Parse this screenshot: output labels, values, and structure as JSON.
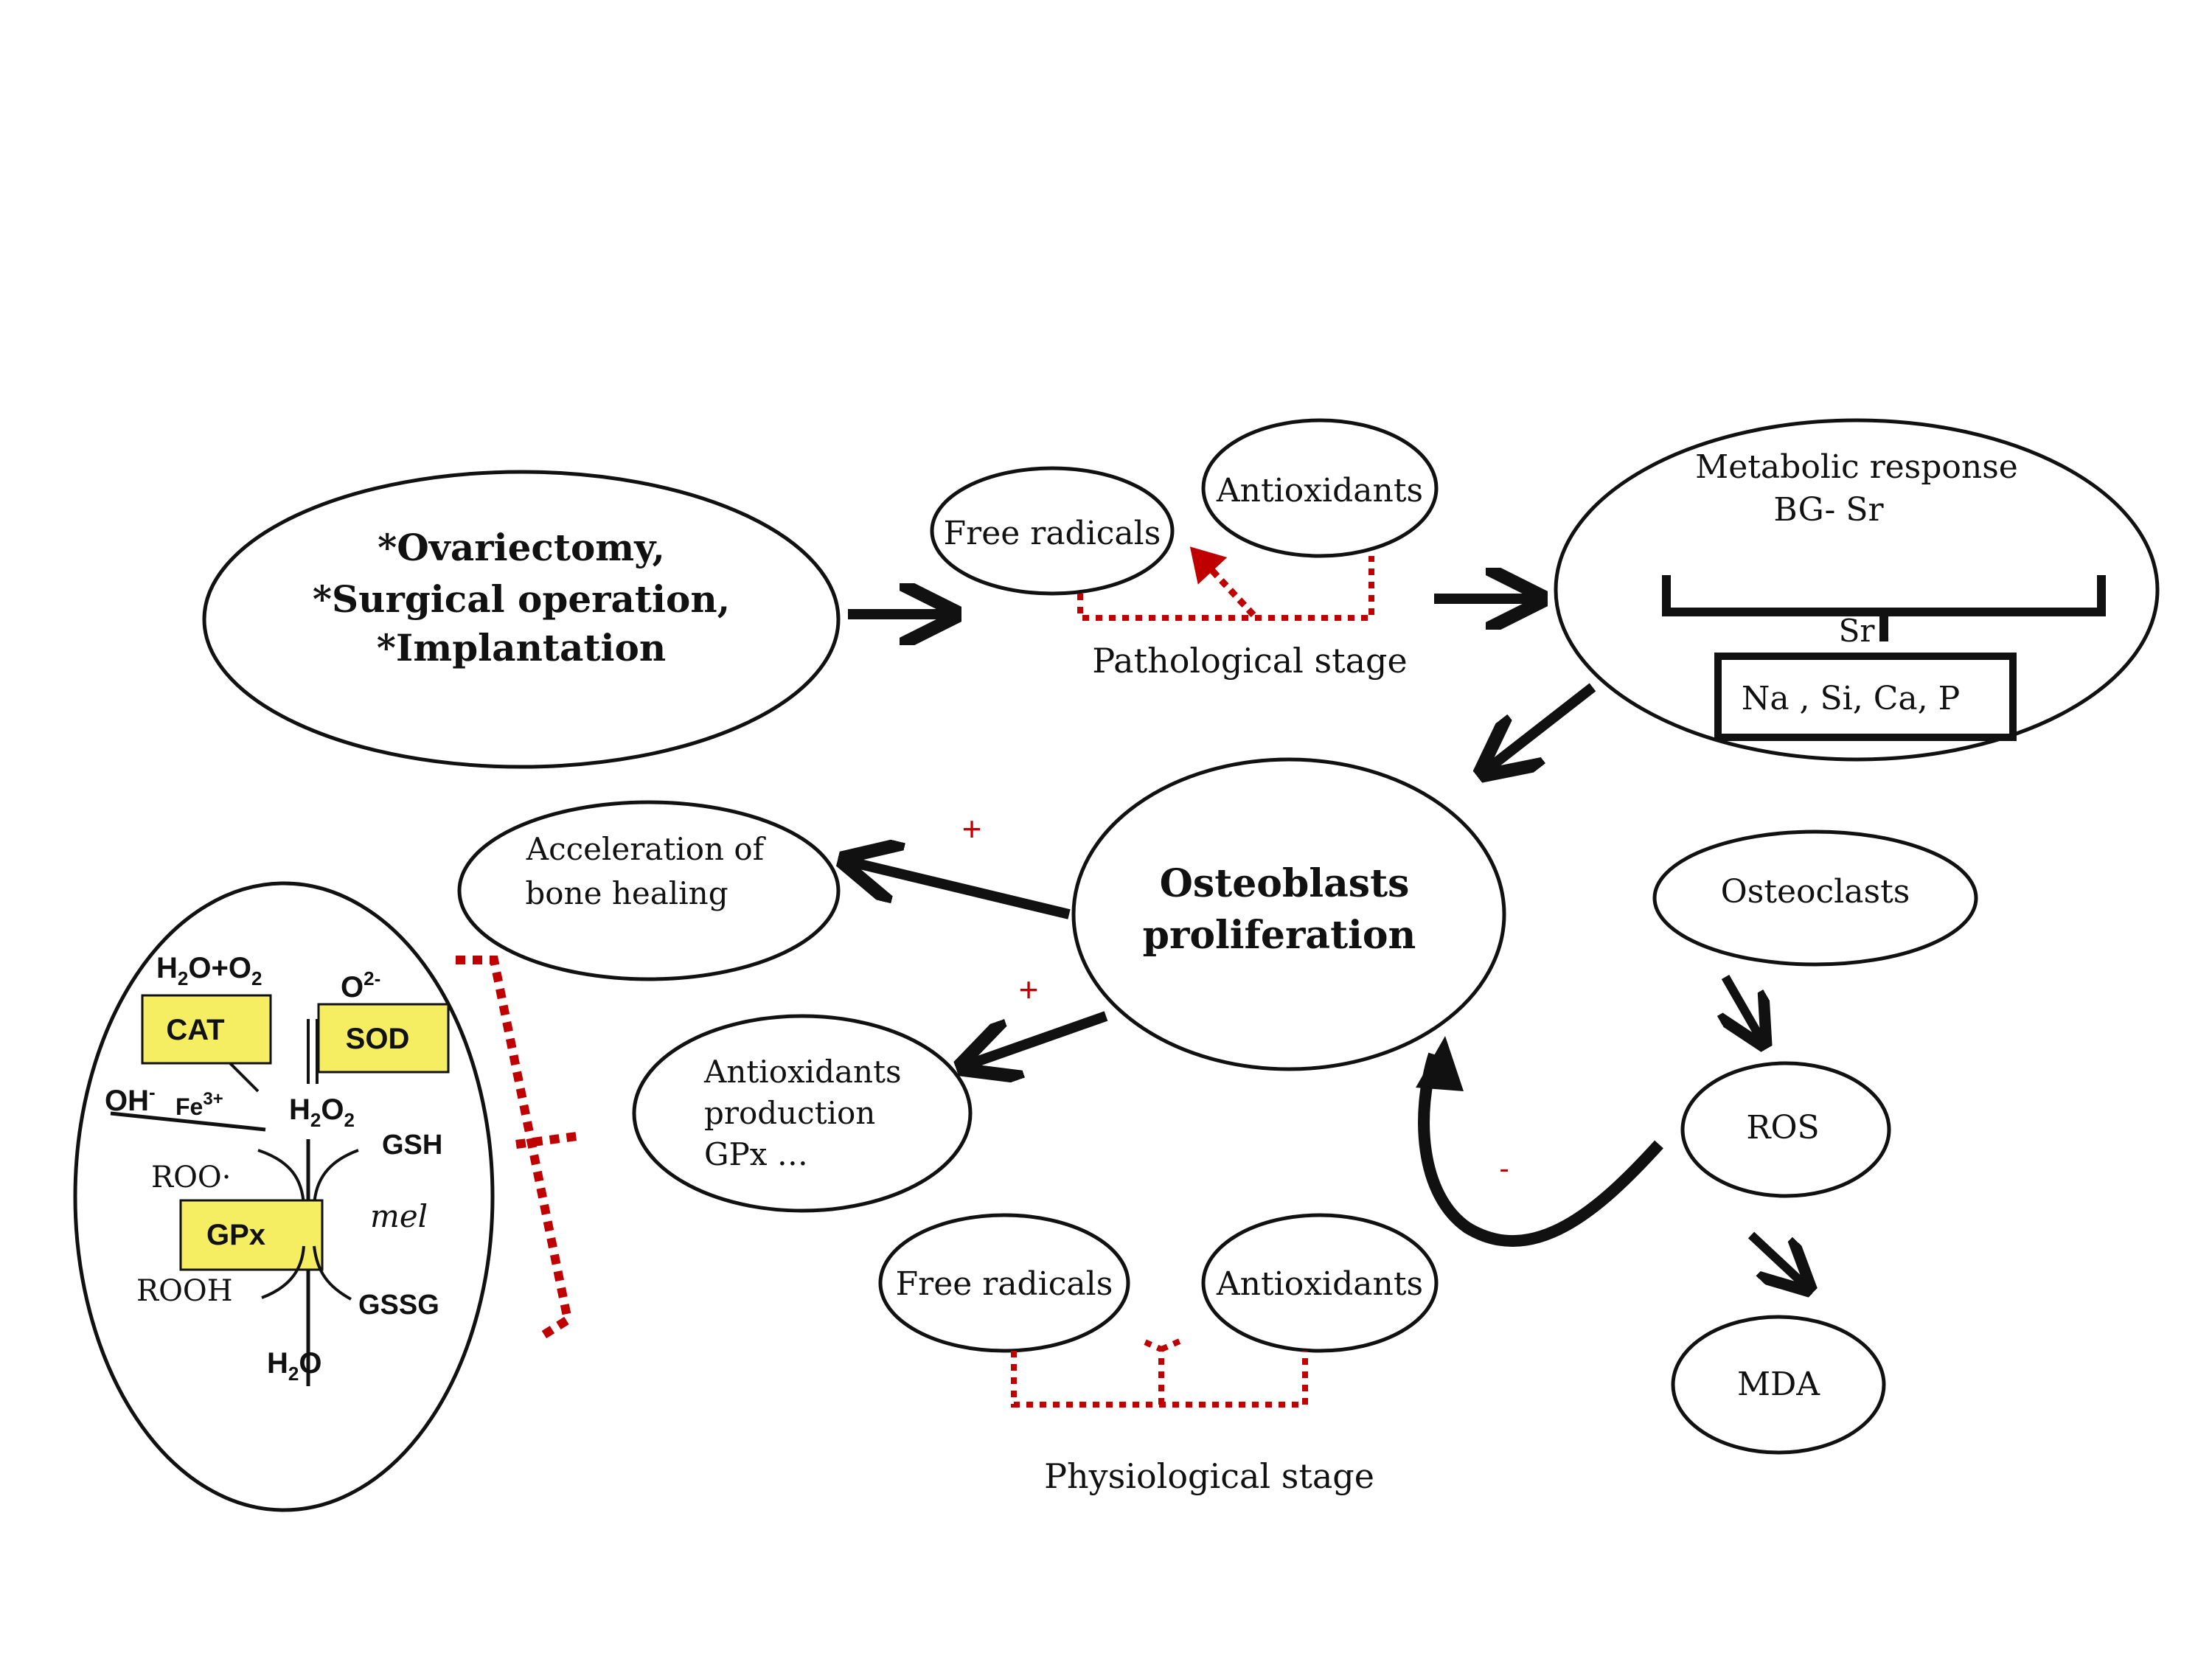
{
  "causes": {
    "line1": "*Ovariectomy,",
    "line2": "*Surgical operation,",
    "line3": "*Implantation"
  },
  "pathological": {
    "free_radicals": "Free radicals",
    "antioxidants": "Antioxidants",
    "stage_label": "Pathological  stage"
  },
  "metabolic": {
    "line1": "Metabolic  response",
    "line2": "BG- Sr",
    "sr": "Sr",
    "ions": "Na , Si, Ca, P"
  },
  "osteoblasts": {
    "line1": "Osteoblasts",
    "line2": "proliferation"
  },
  "acceleration": {
    "line1": "Acceleration of",
    "line2": "bone healing"
  },
  "antiox_production": {
    "line1": "Antioxidants",
    "line2": "production",
    "line3": "GPx …"
  },
  "physiological": {
    "free_radicals": "Free radicals",
    "antioxidants": "Antioxidants",
    "stage_label": "Physiological  stage"
  },
  "osteoclasts": "Osteoclasts",
  "ros": "ROS",
  "mda": "MDA",
  "signs": {
    "plus1": "+",
    "plus2": "+",
    "minus": "-"
  },
  "enzyme_panel": {
    "h2o_o2": "H2O+O2",
    "cat": "CAT",
    "o2_minus": "O2-",
    "sod": "SOD",
    "oh": "OH-",
    "fe": "Fe3+",
    "h2o2": "H2O2",
    "gsh": "GSH",
    "roo": "ROO·",
    "gpx": "GPx",
    "mel": "mel",
    "rooh": "ROOH",
    "gssg": "GSSG",
    "h2o": "H2O"
  },
  "colors": {
    "line": "#111111",
    "dotted_red": "#c00000",
    "enzyme_box": "#f5ee63"
  }
}
